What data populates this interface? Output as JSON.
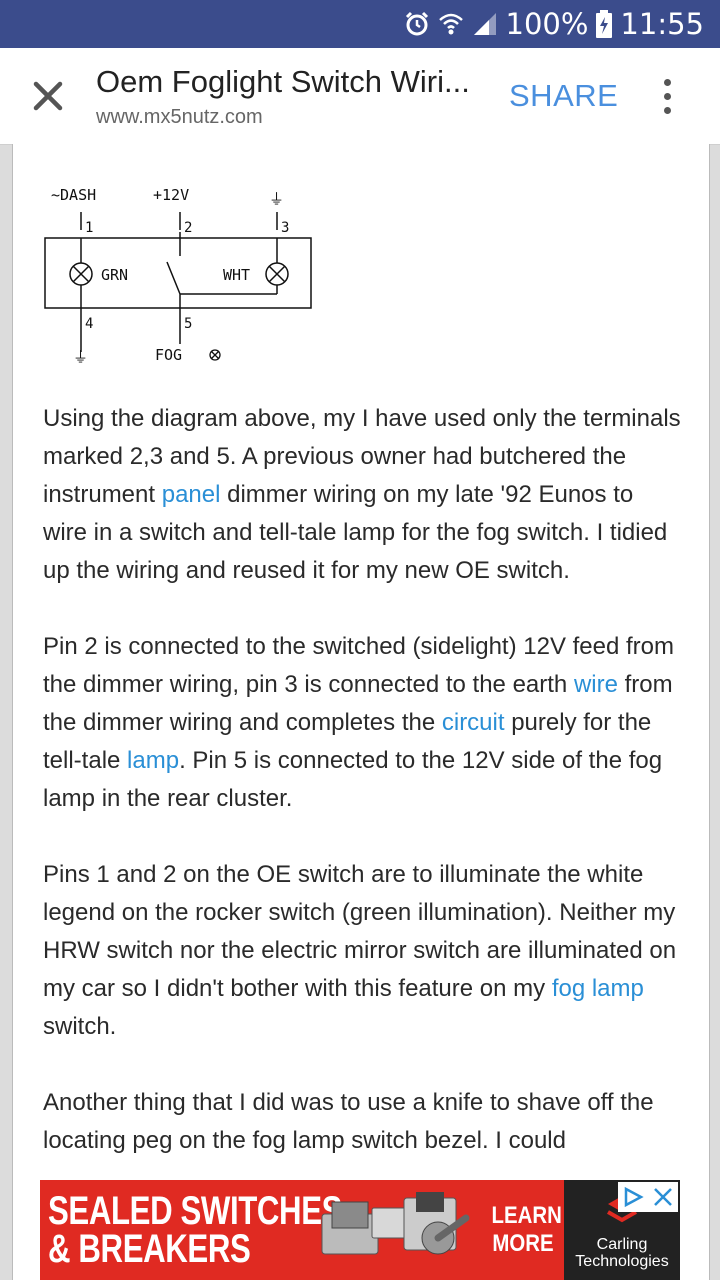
{
  "status_bar": {
    "battery": "100%",
    "time": "11:55"
  },
  "app_bar": {
    "title": "Oem Foglight Switch Wiri...",
    "url": "www.mx5nutz.com",
    "share_label": "SHARE"
  },
  "diagram": {
    "top_labels": [
      "~DASH",
      "+12V",
      "⏚"
    ],
    "pin_numbers": [
      "1",
      "2",
      "3",
      "4",
      "5"
    ],
    "left_lamp_label": "GRN",
    "right_lamp_label": "WHT",
    "bottom_label": "FOG"
  },
  "article": {
    "p1": {
      "t1": "Using the diagram above, my I have used only the terminals marked 2,3 and 5. A previous owner had butchered the instrument ",
      "link1": "panel",
      "t2": " dimmer wiring on my late '92 Eunos to wire in a switch and tell-tale lamp for the fog switch. I tidied up the wiring and reused it for my new OE switch."
    },
    "p2": {
      "t1": "Pin 2 is connected to the switched (sidelight) 12V feed from the dimmer wiring, pin 3 is connected to the earth ",
      "link1": "wire",
      "t2": " from the dimmer wiring and completes the ",
      "link2": "circuit",
      "t3": " purely for the tell-tale ",
      "link3": "lamp",
      "t4": ". Pin 5 is connected to the 12V side of the fog lamp in the rear cluster."
    },
    "p3": {
      "t1": "Pins 1 and 2 on the OE switch are to illuminate the white legend on the rocker switch (green illumination). Neither my HRW switch nor the electric mirror switch are illuminated on my car so I didn't bother with this feature on my ",
      "link1": "fog lamp",
      "t2": " switch."
    },
    "p4": {
      "t1": "Another thing that I did was to use a knife to shave off the locating peg on the fog lamp switch bezel. I could"
    }
  },
  "ad": {
    "headline_1": "SEALED SWITCHES",
    "headline_2": "& BREAKERS",
    "cta_1": "LEARN",
    "cta_2": "MORE",
    "brand_1": "Carling",
    "brand_2": "Technologies"
  },
  "colors": {
    "status_bar": "#3b4c8c",
    "link": "#2a8fd6",
    "share": "#4a8fde",
    "ad_background": "#e02a22"
  }
}
